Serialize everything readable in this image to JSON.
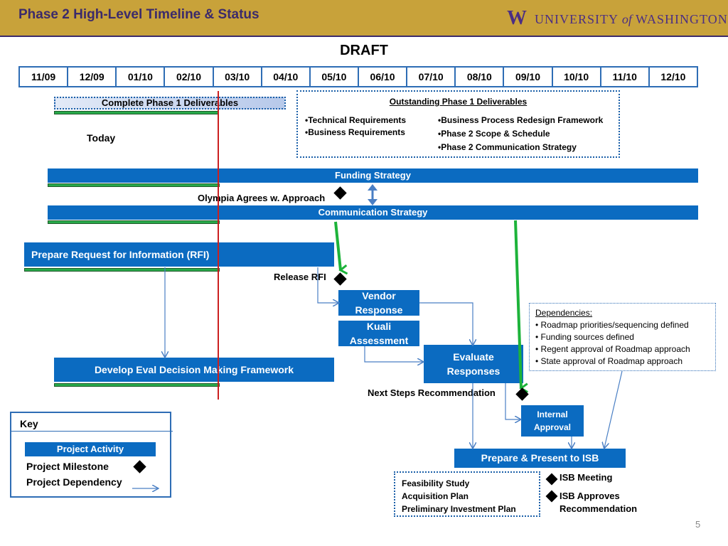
{
  "header": {
    "title": "Phase 2 High-Level Timeline & Status",
    "logo_mark": "W",
    "logo_university": "UNIVERSITY",
    "logo_of": "of",
    "logo_washington": "WASHINGTON"
  },
  "draft_label": "DRAFT",
  "months": [
    "11/09",
    "12/09",
    "01/10",
    "02/10",
    "03/10",
    "04/10",
    "05/10",
    "06/10",
    "07/10",
    "08/10",
    "09/10",
    "10/10",
    "11/10",
    "12/10"
  ],
  "today_label": "Today",
  "complete_phase1": "Complete Phase 1 Deliverables",
  "outstanding": {
    "title": "Outstanding Phase 1 Deliverables",
    "col1": [
      "•Technical Requirements",
      "•Business Requirements"
    ],
    "col2": [
      "•Business Process Redesign Framework",
      "•Phase 2 Scope & Schedule",
      "•Phase 2 Communication Strategy"
    ]
  },
  "funding_strategy": "Funding Strategy",
  "olympia_milestone": "Olympia Agrees w. Approach",
  "communication_strategy": "Communication Strategy",
  "prepare_rfi": "Prepare Request for Information (RFI)",
  "release_rfi": "Release RFI",
  "vendor_response": [
    "Vendor",
    "Response"
  ],
  "kuali_assessment": [
    "Kuali",
    "Assessment"
  ],
  "evaluate_responses": [
    "Evaluate",
    "Responses"
  ],
  "develop_eval": "Develop Eval Decision Making Framework",
  "next_steps": "Next Steps Recommendation",
  "dependencies": {
    "title": "Dependencies:",
    "items": [
      "• Roadmap priorities/sequencing defined",
      "• Funding sources defined",
      "• Regent approval of Roadmap approach",
      "• State approval of Roadmap approach"
    ]
  },
  "internal_approval": [
    "Internal",
    "Approval"
  ],
  "prepare_present_isb": "Prepare & Present to ISB",
  "isb_docs": [
    "Feasibility Study",
    "Acquisition Plan",
    "Preliminary Investment Plan"
  ],
  "isb_meeting": "ISB Meeting",
  "isb_approves": [
    "ISB Approves",
    "Recommendation"
  ],
  "key": {
    "title": "Key",
    "activity": "Project Activity",
    "milestone": "Project Milestone",
    "dependency": "Project Dependency"
  },
  "page_number": "5",
  "colors": {
    "header_gold": "#c8a23a",
    "activity_blue": "#0b6bc1",
    "progress_green": "#28a94a",
    "today_red": "#cc1f1f",
    "uw_purple": "#4b2e83"
  }
}
